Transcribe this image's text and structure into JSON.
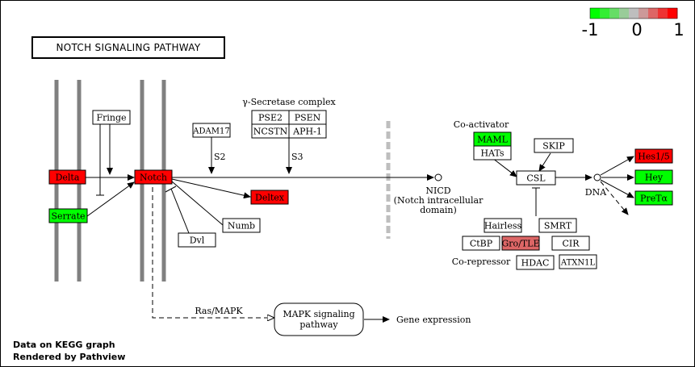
{
  "title": "NOTCH SIGNALING PATHWAY",
  "legend": {
    "labels": [
      "-1",
      "0",
      "1"
    ],
    "colors": [
      "#00ff00",
      "#33ee33",
      "#66dd66",
      "#99cc99",
      "#bebebe",
      "#cc9999",
      "#dd6666",
      "#ee3333",
      "#ff0000"
    ]
  },
  "footer": [
    "Data on KEGG graph",
    "Rendered by Pathview"
  ],
  "colors": {
    "up": "#ff0000",
    "down": "#00ff00",
    "mid_up": "#dd6666",
    "none": "#ffffff",
    "membrane": "#808080"
  },
  "nodes": {
    "delta": "Delta",
    "serrate": "Serrate",
    "notch": "Notch",
    "fringe": "Fringe",
    "dvl": "Dvl",
    "numb": "Numb",
    "deltex": "Deltex",
    "adam17": "ADAM17",
    "pse2": "PSE2",
    "psen": "PSEN",
    "ncstn": "NCSTN",
    "aph1": "APH-1",
    "maml": "MAML",
    "hats": "HATs",
    "skip": "SKIP",
    "csl": "CSL",
    "hairless": "Hairless",
    "smrt": "SMRT",
    "ctbp": "CtBP",
    "grotle": "Gro/TLE",
    "cir": "CIR",
    "hdac": "HDAC",
    "atxn1l": "ATXN1L",
    "hes15": "Hes1/5",
    "hey": "Hey",
    "pretalpha": "PreTα",
    "mapk": [
      "MAPK signaling",
      "pathway"
    ]
  },
  "labels": {
    "gamma_secretase": "γ-Secretase complex",
    "s2": "S2",
    "s3": "S3",
    "nicd": [
      "NICD",
      "(Notch intracellular",
      "domain)"
    ],
    "coactivator": "Co-activator",
    "corepressor": "Co-repressor",
    "dna": "DNA",
    "rasmapk": "Ras/MAPK",
    "gene_expression": "Gene expression"
  }
}
